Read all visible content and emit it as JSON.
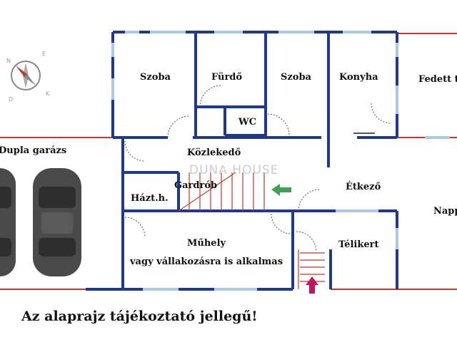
{
  "rooms": {
    "szoba1": "Szoba",
    "furdo": "Fürdő",
    "szoba2": "Szoba",
    "konyha": "Konyha",
    "fedett": "Fedett t",
    "wc": "WC",
    "garazs": "Dupla garázs",
    "kozlekedo": "Közlekedő",
    "gardrob": "Gardrób",
    "etkezo": "Étkező",
    "hazt": "Házt.h.",
    "nappali": "Napp",
    "muhely": "Műhely",
    "muhely_note": "vagy vállakozásra is alkalmas",
    "telikert": "Télikert"
  },
  "compass": {
    "n": "N",
    "e": "E",
    "d": "D",
    "k": "K"
  },
  "watermark": "DUNA HOUSE",
  "caption": "Az alaprajz tájékoztató jellegű!",
  "colors": {
    "wall": "#1f3a8a",
    "exterior": "#c0392b",
    "window": "#a9cbe0",
    "car": "#4a4a4a",
    "arrow_green": "#3fa34d",
    "arrow_red": "#c2185b"
  }
}
